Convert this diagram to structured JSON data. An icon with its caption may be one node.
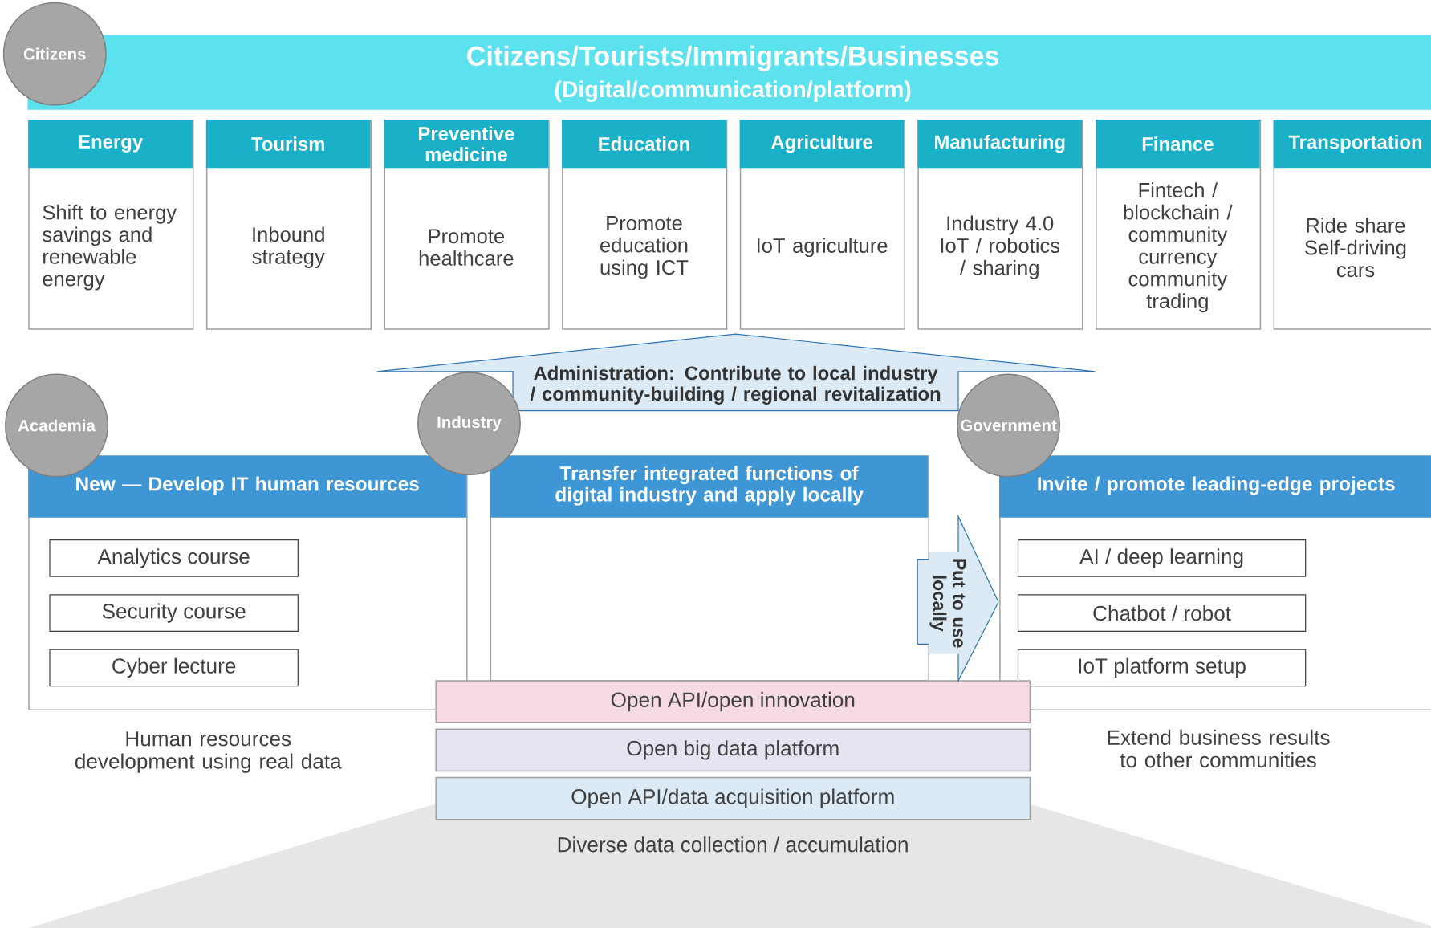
{
  "diagram": {
    "nodes": [
      {
        "text": [
          "Citizens/Tourists/Immigrants/Businesses",
          "(Digital/communication/platform)"
        ]
      },
      {
        "text": [
          "Citizens"
        ]
      },
      {
        "text": [
          "Energy",
          "Shift to energy savings and renewable energy"
        ]
      },
      {
        "text": [
          "Tourism",
          "Inbound strategy"
        ]
      },
      {
        "text": [
          "Preventive medicine",
          "Promote healthcare"
        ]
      },
      {
        "text": [
          "Education",
          "Promote education using ICT"
        ]
      },
      {
        "text": [
          "Agriculture",
          "IoT agriculture"
        ]
      },
      {
        "text": [
          "Manufacturing",
          "Industry 4.0 IoT / robotics / sharing"
        ]
      },
      {
        "text": [
          "Finance",
          "Fintech / blockchain / community currency community trading"
        ]
      },
      {
        "text": [
          "Transportation",
          "Ride share Self-driving cars"
        ]
      },
      {
        "text": [
          "Administration: Contribute to local industry / community-building / regional revitalization"
        ]
      },
      {
        "text": [
          "Academia"
        ]
      },
      {
        "text": [
          "Industry"
        ]
      },
      {
        "text": [
          "Government"
        ]
      },
      {
        "text": [
          "New — Develop IT human resources"
        ]
      },
      {
        "text": [
          "Analytics course"
        ],
        "in": 14
      },
      {
        "text": [
          "Security course"
        ],
        "in": 14
      },
      {
        "text": [
          "Cyber lecture"
        ],
        "in": 14
      },
      {
        "text": [
          "Transfer integrated functions of digital industry and apply locally"
        ]
      },
      {
        "text": [
          "Invite / promote leading-edge projects"
        ]
      },
      {
        "text": [
          "AI / deep learning"
        ],
        "in": 19
      },
      {
        "text": [
          "Chatbot / robot"
        ],
        "in": 19
      },
      {
        "text": [
          "IoT platform setup"
        ],
        "in": 19
      },
      {
        "text": [
          "Open API/open innovation"
        ]
      },
      {
        "text": [
          "Open big data platform"
        ]
      },
      {
        "text": [
          "Open API/data acquisition platform"
        ]
      },
      {
        "text": [
          "Diverse data collection / accumulation"
        ]
      }
    ],
    "labels": [
      "Human resources development using real data",
      "Extend business results to other communities"
    ],
    "edges": [
      {
        "from": 18,
        "to": 19,
        "arrow": "to",
        "label": "Put to use locally"
      }
    ]
  }
}
